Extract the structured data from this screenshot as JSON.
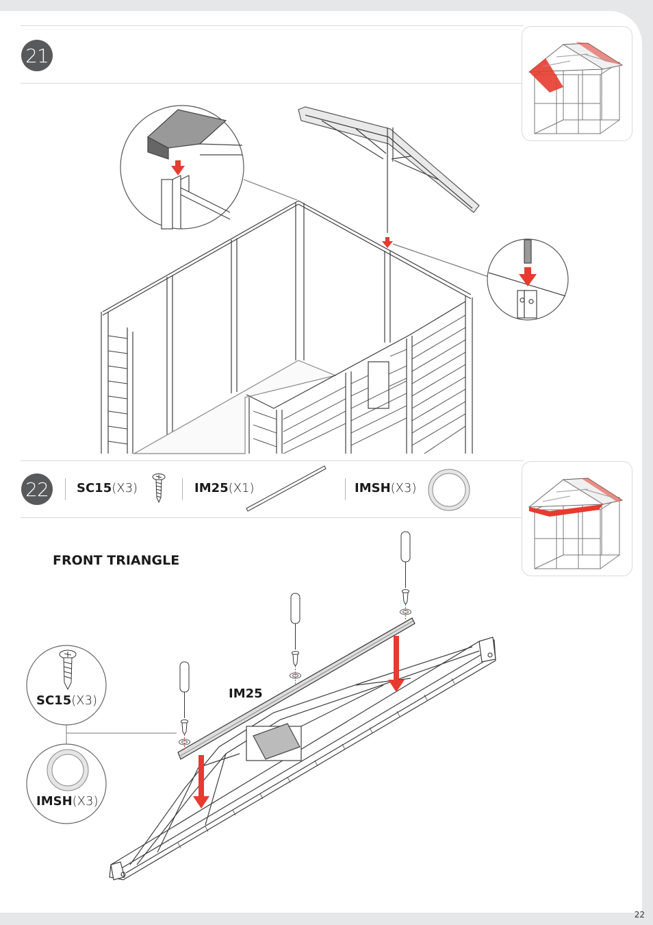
{
  "step21": {
    "number": "21"
  },
  "step22": {
    "number": "22",
    "parts": [
      {
        "code": "SC15",
        "qty": "(X3)"
      },
      {
        "code": "IM25",
        "qty": "(X1)"
      },
      {
        "code": "IMSH",
        "qty": "(X3)"
      }
    ],
    "section_title": "FRONT TRIANGLE",
    "callout_sc15": {
      "code": "SC15",
      "qty": "(X3)"
    },
    "callout_imsh": {
      "code": "IMSH",
      "qty": "(X3)"
    },
    "bar_label": "IM25"
  },
  "page": {
    "number": "22"
  },
  "colors": {
    "accent": "#e63b2e",
    "step_circle": "#58595b",
    "line": "#4a4a4a"
  }
}
